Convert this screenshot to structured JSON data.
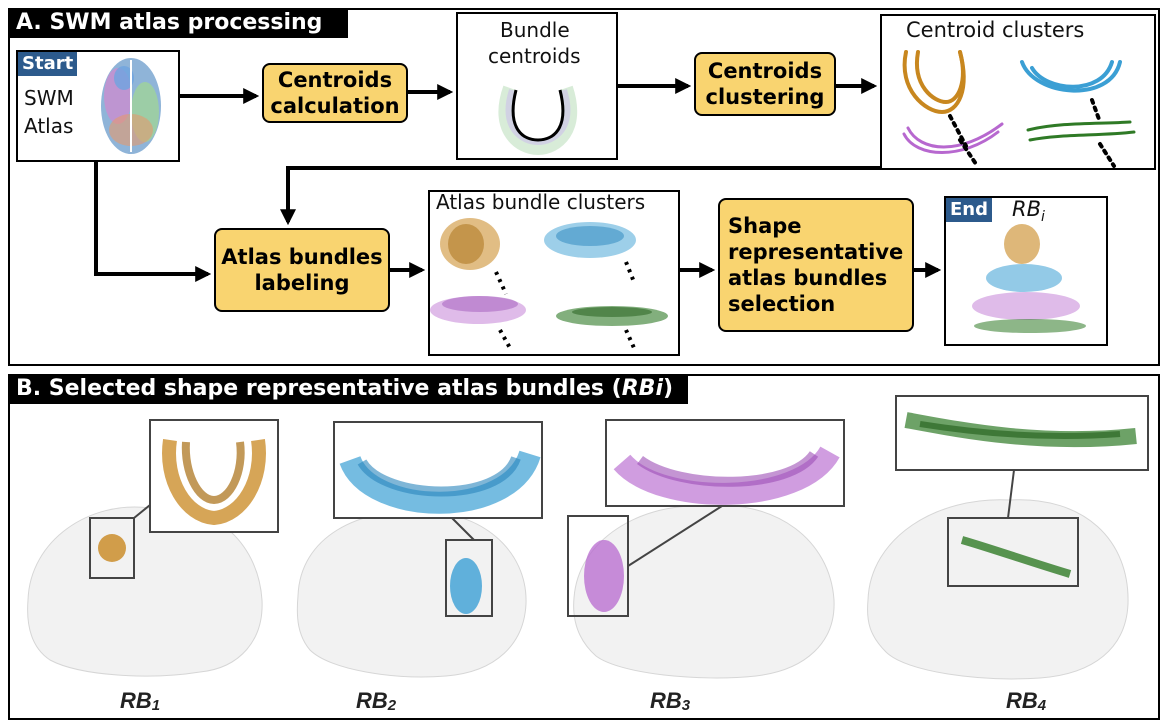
{
  "panel_a": {
    "title": "A. SWM atlas processing",
    "start_tag": "Start",
    "atlas_line1": "SWM",
    "atlas_line2": "Atlas",
    "proc_centroids_calc": "Centroids calculation",
    "bundle_centroids_line1": "Bundle",
    "bundle_centroids_line2": "centroids",
    "proc_centroids_clustering": "Centroids clustering",
    "centroid_clusters_title": "Centroid clusters",
    "proc_atlas_labeling": "Atlas bundles labeling",
    "atlas_bundle_clusters_title": "Atlas bundle clusters",
    "proc_selection": "Shape representative atlas bundles selection",
    "end_tag": "End",
    "rbi_label": "RB",
    "rbi_sub": "i"
  },
  "panel_b": {
    "title_prefix": "B. Selected shape representative atlas bundles (",
    "title_italic": "RBi",
    "title_suffix": ")",
    "labels": [
      {
        "main": "RB",
        "sub": "1"
      },
      {
        "main": "RB",
        "sub": "2"
      },
      {
        "main": "RB",
        "sub": "3"
      },
      {
        "main": "RB",
        "sub": "4"
      }
    ]
  },
  "colors": {
    "orange": "#c8871f",
    "blue": "#3b9fd4",
    "purple": "#b768cf",
    "green": "#2f7a26",
    "process_fill": "#f9d470",
    "tag_fill": "#2c5a8c"
  }
}
